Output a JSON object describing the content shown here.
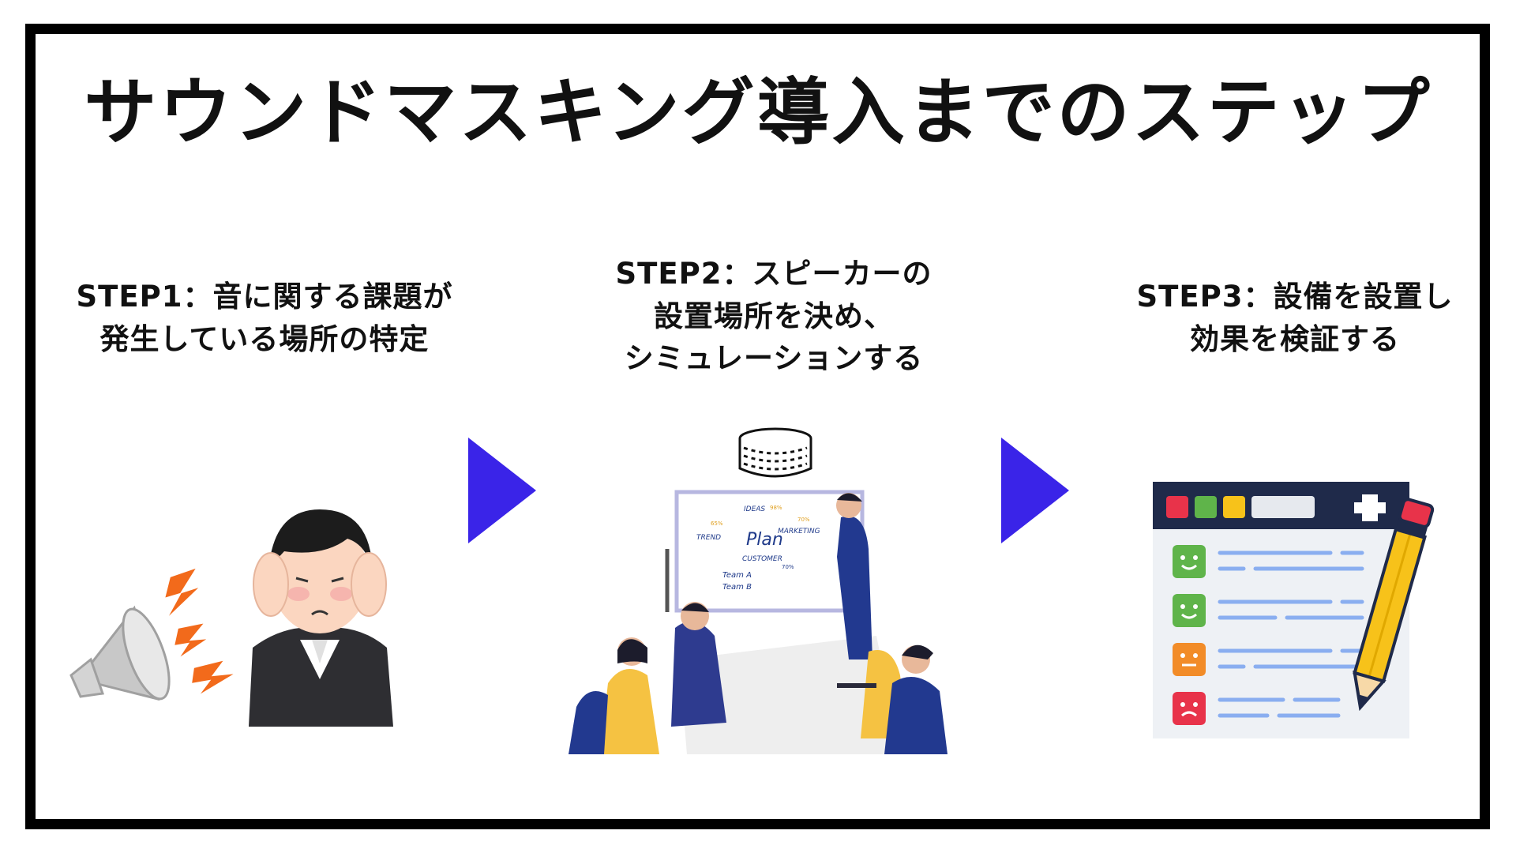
{
  "title": "サウンドマスキング導入までのステップ",
  "steps": [
    {
      "lines": [
        "STEP1：音に関する課題が",
        "発生している場所の特定"
      ]
    },
    {
      "lines": [
        "STEP2：スピーカーの",
        "設置場所を決め、",
        "シミュレーションする"
      ]
    },
    {
      "lines": [
        "STEP3：設備を設置し",
        "効果を検証する"
      ]
    }
  ],
  "whiteboard": {
    "center": "Plan",
    "tags": [
      "IDEAS",
      "TREND",
      "MARKETING",
      "CUSTOMER"
    ],
    "percents": [
      "98%",
      "65%",
      "70%",
      "70%"
    ],
    "teams": [
      "Team A",
      "Team B"
    ]
  },
  "colors": {
    "arrow": "#3a24e8",
    "frame": "#000000",
    "board_header": "#1f2a4a",
    "list_line": "#8aaef0",
    "face_good": "#5fb44a",
    "face_neutral": "#f28c28",
    "face_bad": "#e8334a",
    "pencil": "#f7c21a",
    "navy_suit": "#22398f",
    "yellow_jacket": "#f5c242"
  },
  "icons": {
    "step1": [
      "megaphone-icon",
      "lightning-icon",
      "covering-ears-person-icon"
    ],
    "step2": [
      "smart-speaker-icon",
      "whiteboard-icon",
      "meeting-people-icon"
    ],
    "step3": [
      "checklist-board-icon",
      "pencil-icon",
      "face-rating-icon"
    ]
  }
}
